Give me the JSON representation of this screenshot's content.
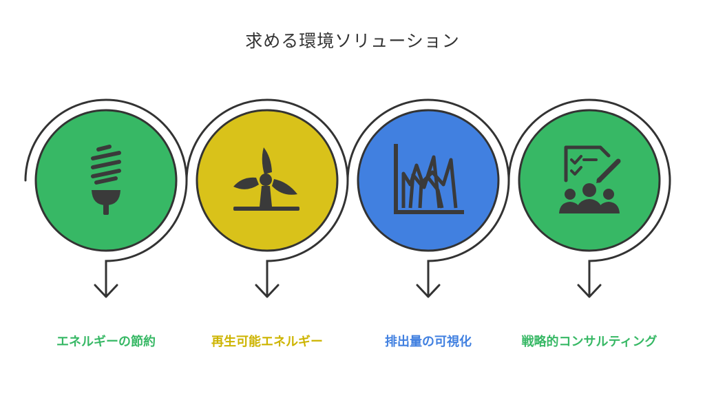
{
  "title": "求める環境ソリューション",
  "steps": [
    {
      "label": "エネルギーの節約",
      "color": "#37B865",
      "icon": "cfl-bulb-icon"
    },
    {
      "label": "再生可能エネルギー",
      "color": "#D9C21A",
      "icon": "wind-turbine-icon"
    },
    {
      "label": "排出量の可視化",
      "color": "#4180E0",
      "icon": "emissions-chart-icon"
    },
    {
      "label": "戦略的コンサルティング",
      "color": "#37B865",
      "icon": "consulting-team-icon"
    }
  ],
  "colors": {
    "ring": "#333333",
    "icon": "#3a3a3a",
    "title": "#333333"
  }
}
